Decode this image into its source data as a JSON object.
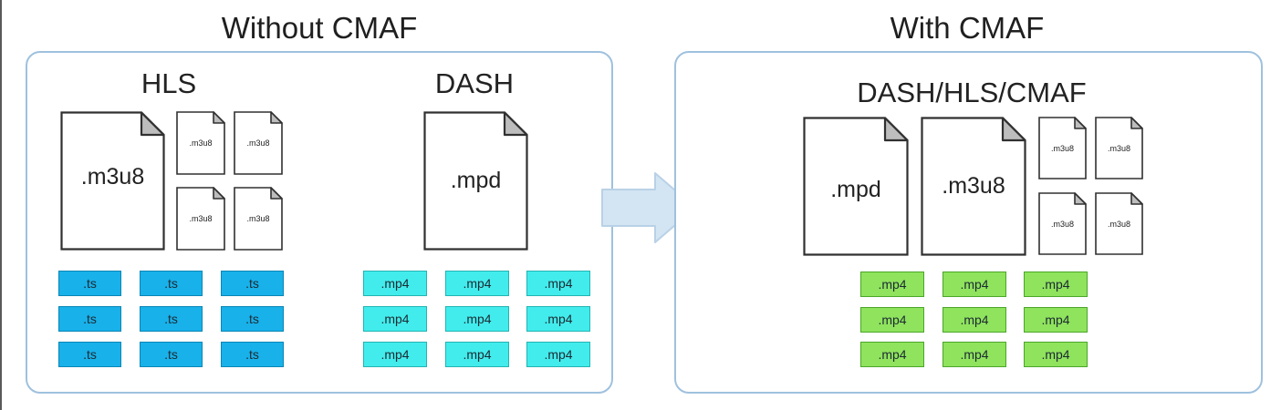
{
  "left": {
    "title": "Without CMAF",
    "hls": {
      "heading": "HLS",
      "master": ".m3u8",
      "variants": [
        ".m3u8",
        ".m3u8",
        ".m3u8",
        ".m3u8"
      ],
      "segments": [
        ".ts",
        ".ts",
        ".ts",
        ".ts",
        ".ts",
        ".ts",
        ".ts",
        ".ts",
        ".ts"
      ]
    },
    "dash": {
      "heading": "DASH",
      "manifest": ".mpd",
      "segments": [
        ".mp4",
        ".mp4",
        ".mp4",
        ".mp4",
        ".mp4",
        ".mp4",
        ".mp4",
        ".mp4",
        ".mp4"
      ]
    }
  },
  "right": {
    "title": "With CMAF",
    "heading": "DASH/HLS/CMAF",
    "mpd": ".mpd",
    "master": ".m3u8",
    "variants": [
      ".m3u8",
      ".m3u8",
      ".m3u8",
      ".m3u8"
    ],
    "segments": [
      ".mp4",
      ".mp4",
      ".mp4",
      ".mp4",
      ".mp4",
      ".mp4",
      ".mp4",
      ".mp4",
      ".mp4"
    ]
  },
  "colors": {
    "panel_border": "#9fc1de",
    "ts_segment": "#18b1ea",
    "dash_segment": "#42ecec",
    "cmaf_segment": "#8fe35d",
    "arrow": "#d3e5f3"
  }
}
